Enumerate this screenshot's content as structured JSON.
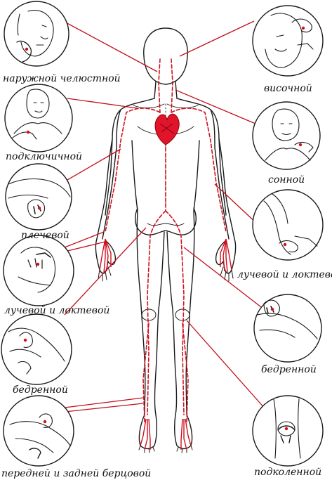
{
  "colors": {
    "artery": "#d0101e",
    "heart": "#e0142a",
    "ink": "#1a1a1a",
    "background": "#ffffff"
  },
  "labels": {
    "external_maxillary": "наружной челюстной",
    "temporal": "височной",
    "subclavian": "подключичной",
    "carotid": "сонной",
    "brachial": "плечевой",
    "radial_ulnar_right": "лучевой и локтевой",
    "radial_ulnar_left": "лучевой и локтевой",
    "femoral_left": "бедренной",
    "femoral_right": "бедренной",
    "tibial": "передней и задней берцовой",
    "popliteal": "подколенной"
  },
  "icons": {
    "heart": "heart-icon",
    "body": "human-body-figure"
  }
}
